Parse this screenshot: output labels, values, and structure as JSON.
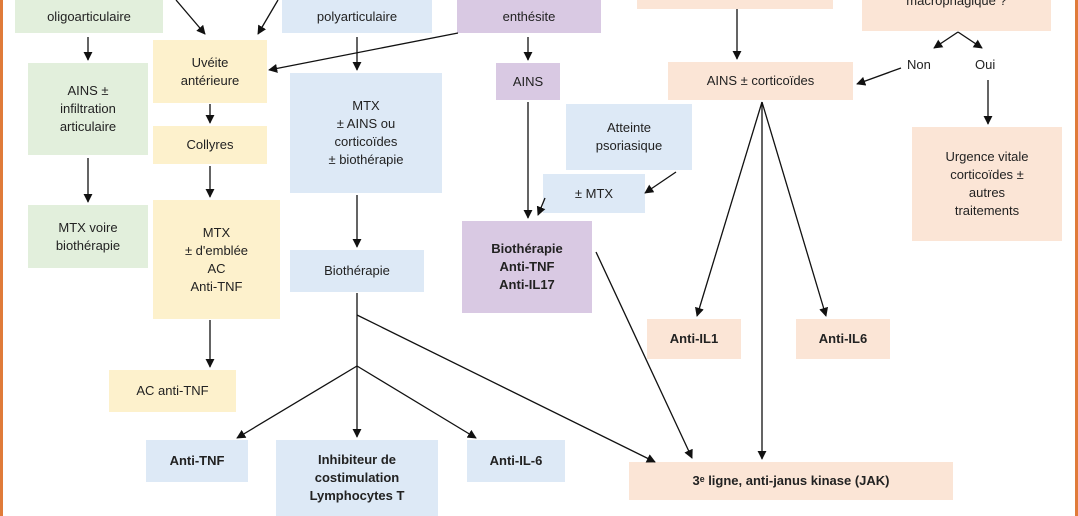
{
  "nodes": {
    "oligo": "oligoarticulaire",
    "poly": "polyarticulaire",
    "enthesite": "enthésite",
    "macrophagique": "macrophagique ?",
    "uveite": "Uvéite\nantérieure",
    "ains_infiltration": "AINS ±\ninfiltration\narticulaire",
    "collyres": "Collyres",
    "mtx_poly": "MTX\n± AINS ou\ncorticoïdes\n± biothérapie",
    "ains": "AINS",
    "ains_cortico": "AINS ± corticoïdes",
    "atteinte_psoriasique": "Atteinte\npsoriasique",
    "pm_mtx": "± MTX",
    "urgence": "Urgence vitale\ncorticoïdes ±\nautres\ntraitements",
    "mtx_biotherapie": "MTX voire\nbiothérapie",
    "mtx_emblee": "MTX\n± d'emblée\nAC\nAnti-TNF",
    "biotherapie_poly": "Biothérapie",
    "biotherapie_enth": "Biothérapie\nAnti-TNF\nAnti-IL17",
    "anti_il1": "Anti-IL1",
    "anti_il6_right": "Anti-IL6",
    "ac_anti_tnf": "AC anti-TNF",
    "anti_tnf": "Anti-TNF",
    "inhibiteur": "Inhibiteur de\ncostimulation\nLymphocytes T",
    "anti_il6": "Anti-IL-6",
    "jak": "3ᵉ ligne, anti-janus kinase (JAK)"
  },
  "labels": {
    "non": "Non",
    "oui": "Oui"
  },
  "colors": {
    "green": "#e2efdc",
    "yellow": "#fdf1cc",
    "blue": "#dde9f6",
    "purple": "#d9c9e3",
    "orange": "#fbe5d6",
    "border": "#e07b39",
    "arrow": "#111111"
  }
}
